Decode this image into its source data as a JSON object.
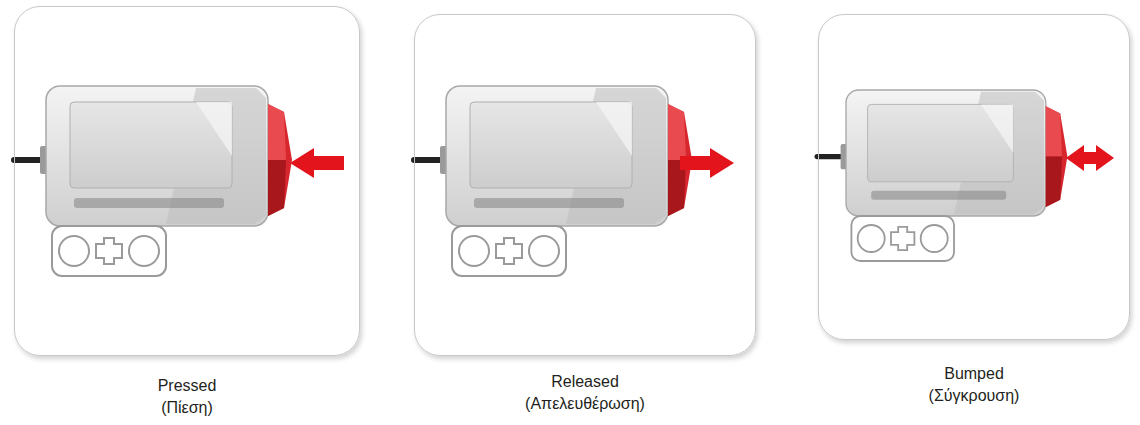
{
  "diagram": {
    "nodes": [
      {
        "text": [
          "Pressed",
          "(Πίεση)"
        ]
      },
      {
        "text": [
          "Released",
          "(Απελευθέρωση)"
        ]
      },
      {
        "text": [
          "Bumped",
          "(Σύγκρουση)"
        ]
      }
    ]
  }
}
